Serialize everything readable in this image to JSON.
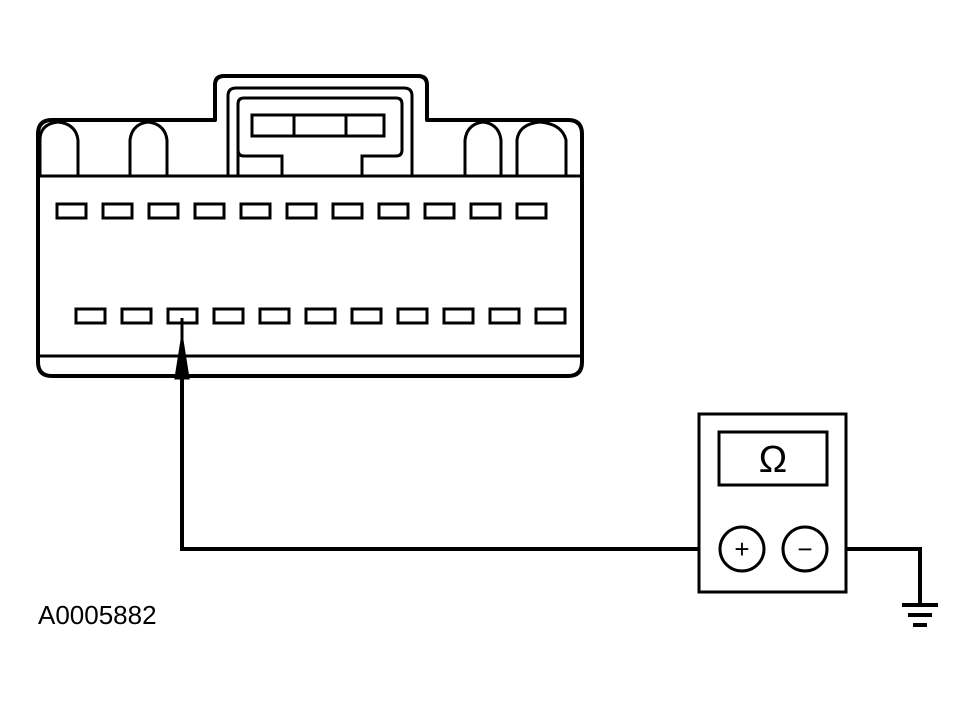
{
  "meter": {
    "display_symbol": "Ω",
    "positive_terminal": "+",
    "negative_terminal": "−"
  },
  "connector": {
    "top_row_pins": 11,
    "bottom_row_pins": 11,
    "probed_pin": {
      "row": "bottom",
      "index": 3
    }
  },
  "figure_id": "A0005882"
}
